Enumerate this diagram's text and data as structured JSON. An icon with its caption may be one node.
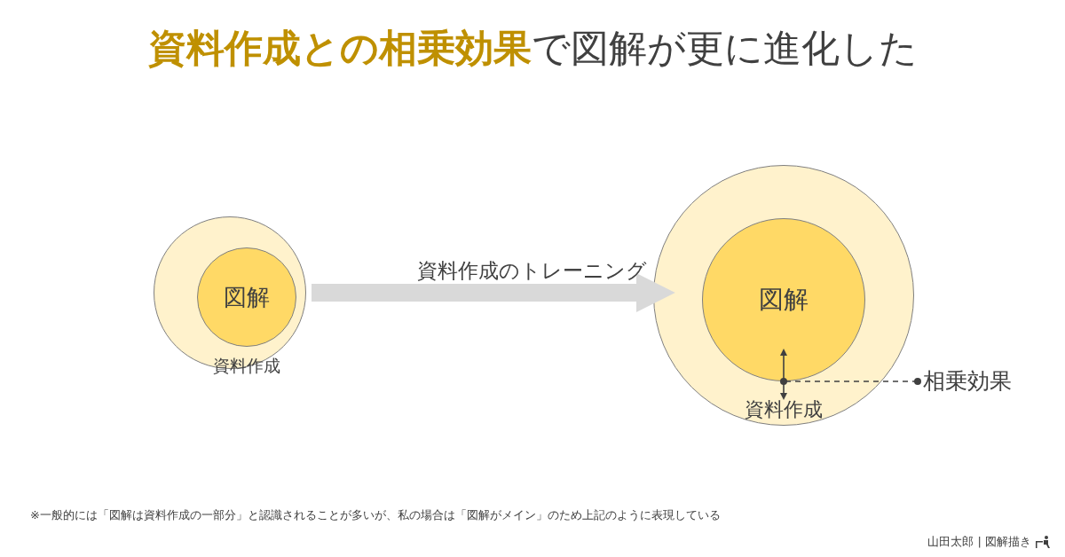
{
  "diagram": {
    "title": "**資料作成との相乗効果**で図解が更に進化した",
    "nodes": [
      {
        "text": [
          "資料作成"
        ]
      },
      {
        "text": [
          "図解"
        ],
        "in": 0
      },
      {
        "text": [
          "資料作成"
        ]
      },
      {
        "text": [
          "図解"
        ],
        "in": 2
      },
      {
        "text": [
          "相乗効果"
        ]
      }
    ],
    "edges": [
      {
        "from": 0,
        "to": 2,
        "arrow": "to",
        "label": "資料作成のトレーニング",
        "style": "thick",
        "color": "#d9d9d9"
      },
      {
        "from": 4,
        "to": 3,
        "arrow": "other",
        "style": "dashed",
        "color": "#404040"
      }
    ],
    "labels": [
      "※一般的には「図解は資料作成の一部分」と認識されることが多いが、私の場合は「図解がメイン」のため上記のように表現している",
      "山田太郎 | 図解描き"
    ]
  }
}
